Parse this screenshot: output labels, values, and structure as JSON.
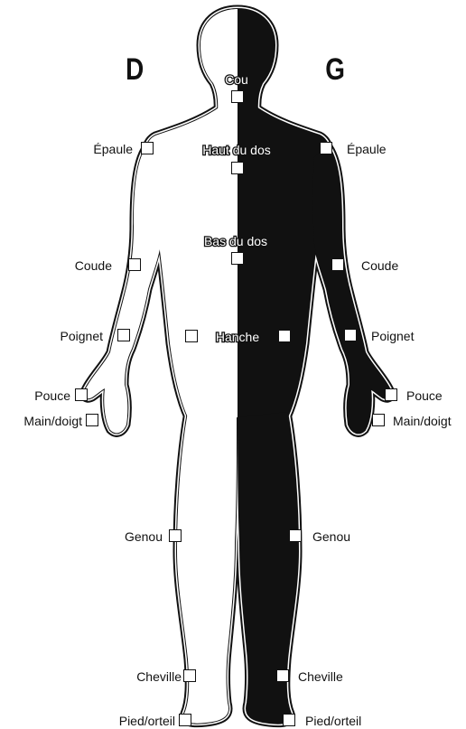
{
  "letters": {
    "right_side": "D",
    "left_side": "G"
  },
  "center_labels": {
    "neck": "Cou",
    "upper_back": "Haut du dos",
    "lower_back": "Bas du dos",
    "hip": "Hanche"
  },
  "right_labels": {
    "shoulder": "Épaule",
    "elbow": "Coude",
    "wrist": "Poignet",
    "thumb": "Pouce",
    "hand": "Main/doigt",
    "knee": "Genou",
    "ankle": "Cheville",
    "foot": "Pied/orteil"
  },
  "left_labels": {
    "shoulder": "Épaule",
    "elbow": "Coude",
    "wrist": "Poignet",
    "thumb": "Pouce",
    "hand": "Main/doigt",
    "knee": "Genou",
    "ankle": "Cheville",
    "foot": "Pied/orteil"
  },
  "colors": {
    "ink": "#111111",
    "paper": "#ffffff"
  }
}
